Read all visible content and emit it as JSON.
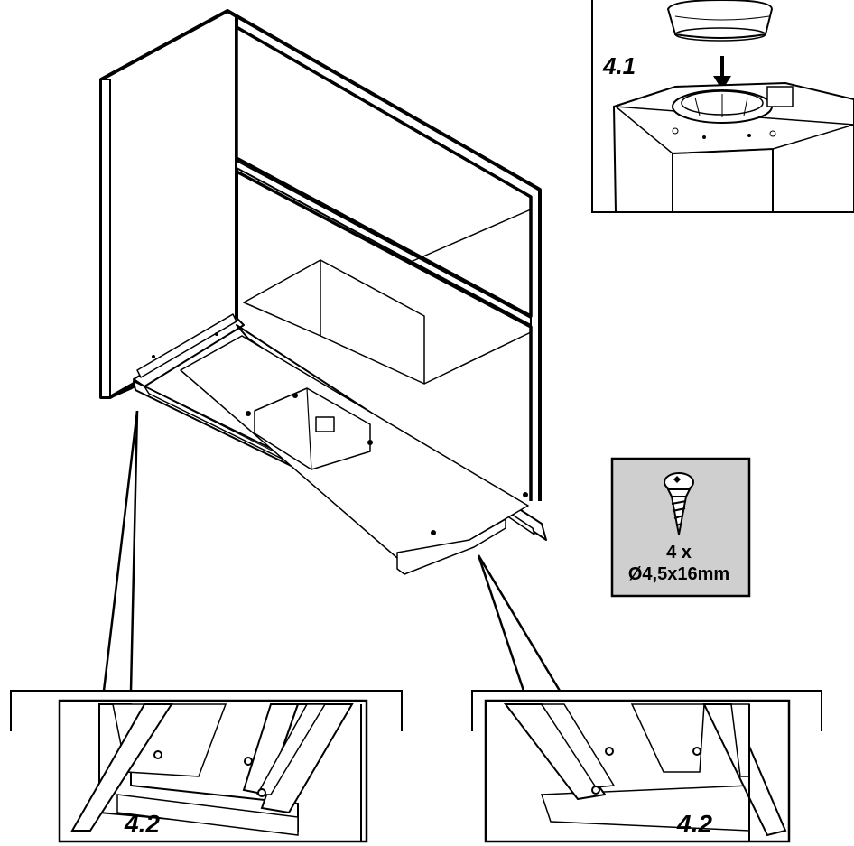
{
  "labels": {
    "step_top": "4.1",
    "step_left": "4.2",
    "step_right": "4.2"
  },
  "screw_box": {
    "quantity": "4 x",
    "spec": "Ø4,5x16mm",
    "icon": "screw-icon"
  },
  "colors": {
    "line": "#000000",
    "screw_box_bg": "#cfcfcf",
    "detail_gray": "#888888"
  }
}
